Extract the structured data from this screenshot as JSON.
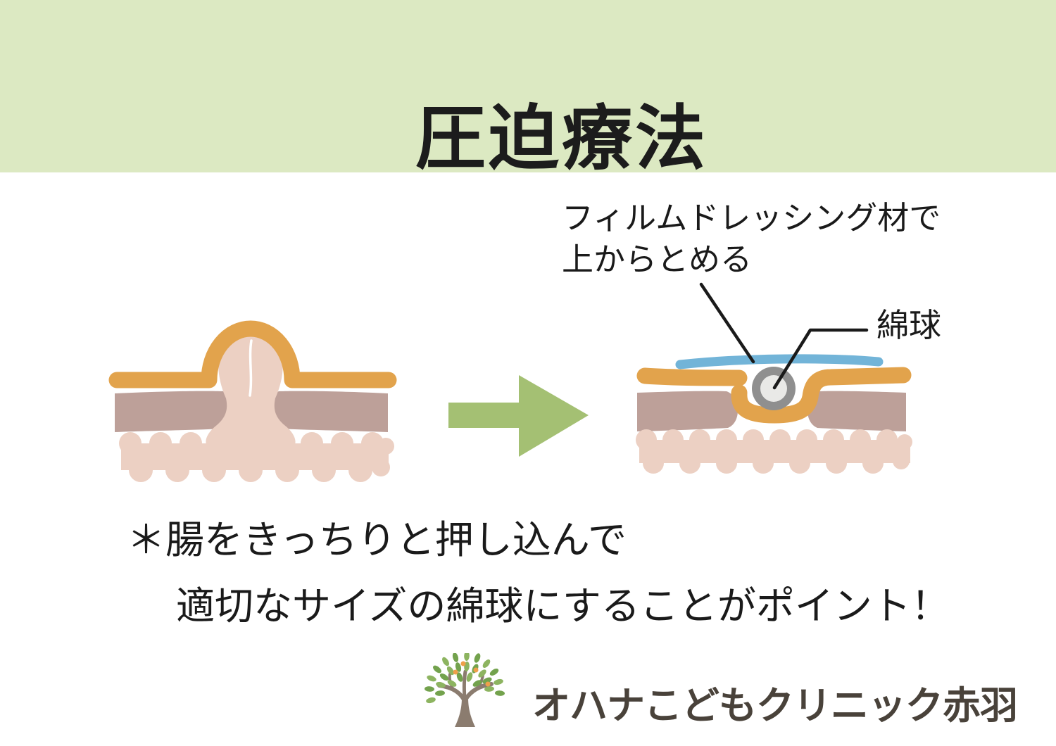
{
  "header": {
    "title": "圧迫療法"
  },
  "annotations": {
    "film_label_line1": "フィルムドレッシング材で",
    "film_label_line2": "上からとめる",
    "cotton_label": "綿球"
  },
  "note": {
    "line1": "＊腸をきっちりと押し込んで",
    "line2": "適切なサイズの綿球にすることがポイント！"
  },
  "footer": {
    "clinic_name": "オハナこどもクリニック赤羽"
  },
  "icons": {
    "arrow": "right-arrow-icon",
    "logo": "tree-logo-icon"
  },
  "theme": {
    "band": "#dce9c2",
    "title_text": "#1c1c1c",
    "text": "#1a1a1a",
    "skin": "#e2a34c",
    "muscle": "#bda099",
    "intestine": "#ecd0c3",
    "film": "#72b4d8",
    "cotton_outer": "#8f8f8f",
    "cotton_inner": "#e9e9e7",
    "arrow": "#a4c073",
    "leader": "#1a1a1a",
    "crease": "#ffffff",
    "logo_text": "#49423a",
    "trunk": "#8b7c6f",
    "leaf": "#8db460",
    "leaf_dark": "#73a24d",
    "fruit": "#efa04a"
  }
}
